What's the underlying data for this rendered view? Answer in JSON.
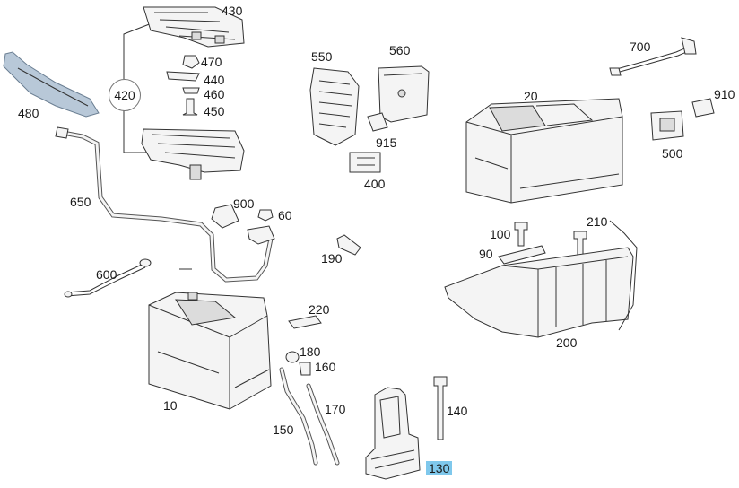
{
  "callout": "420",
  "parts": [
    {
      "id": "p430",
      "label": "430",
      "highlight": false
    },
    {
      "id": "p470",
      "label": "470",
      "highlight": false
    },
    {
      "id": "p440",
      "label": "440",
      "highlight": false
    },
    {
      "id": "p460",
      "label": "460",
      "highlight": false
    },
    {
      "id": "p450",
      "label": "450",
      "highlight": false
    },
    {
      "id": "p480",
      "label": "480",
      "highlight": false
    },
    {
      "id": "p650",
      "label": "650",
      "highlight": false
    },
    {
      "id": "p550",
      "label": "550",
      "highlight": false
    },
    {
      "id": "p560",
      "label": "560",
      "highlight": false
    },
    {
      "id": "p915",
      "label": "915",
      "highlight": false
    },
    {
      "id": "p400",
      "label": "400",
      "highlight": false
    },
    {
      "id": "p700",
      "label": "700",
      "highlight": false
    },
    {
      "id": "p20",
      "label": "20",
      "highlight": false
    },
    {
      "id": "p910",
      "label": "910",
      "highlight": false
    },
    {
      "id": "p500",
      "label": "500",
      "highlight": false
    },
    {
      "id": "p900",
      "label": "900",
      "highlight": false
    },
    {
      "id": "p60",
      "label": "60",
      "highlight": false
    },
    {
      "id": "p190",
      "label": "190",
      "highlight": false
    },
    {
      "id": "p100",
      "label": "100",
      "highlight": false
    },
    {
      "id": "p210",
      "label": "210",
      "highlight": false
    },
    {
      "id": "p90",
      "label": "90",
      "highlight": false
    },
    {
      "id": "p600",
      "label": "600",
      "highlight": false
    },
    {
      "id": "p220",
      "label": "220",
      "highlight": false
    },
    {
      "id": "p180",
      "label": "180",
      "highlight": false
    },
    {
      "id": "p160",
      "label": "160",
      "highlight": false
    },
    {
      "id": "p200",
      "label": "200",
      "highlight": false
    },
    {
      "id": "p10",
      "label": "10",
      "highlight": false
    },
    {
      "id": "p170",
      "label": "170",
      "highlight": false
    },
    {
      "id": "p140",
      "label": "140",
      "highlight": false
    },
    {
      "id": "p150",
      "label": "150",
      "highlight": false
    },
    {
      "id": "p130",
      "label": "130",
      "highlight": true
    }
  ]
}
